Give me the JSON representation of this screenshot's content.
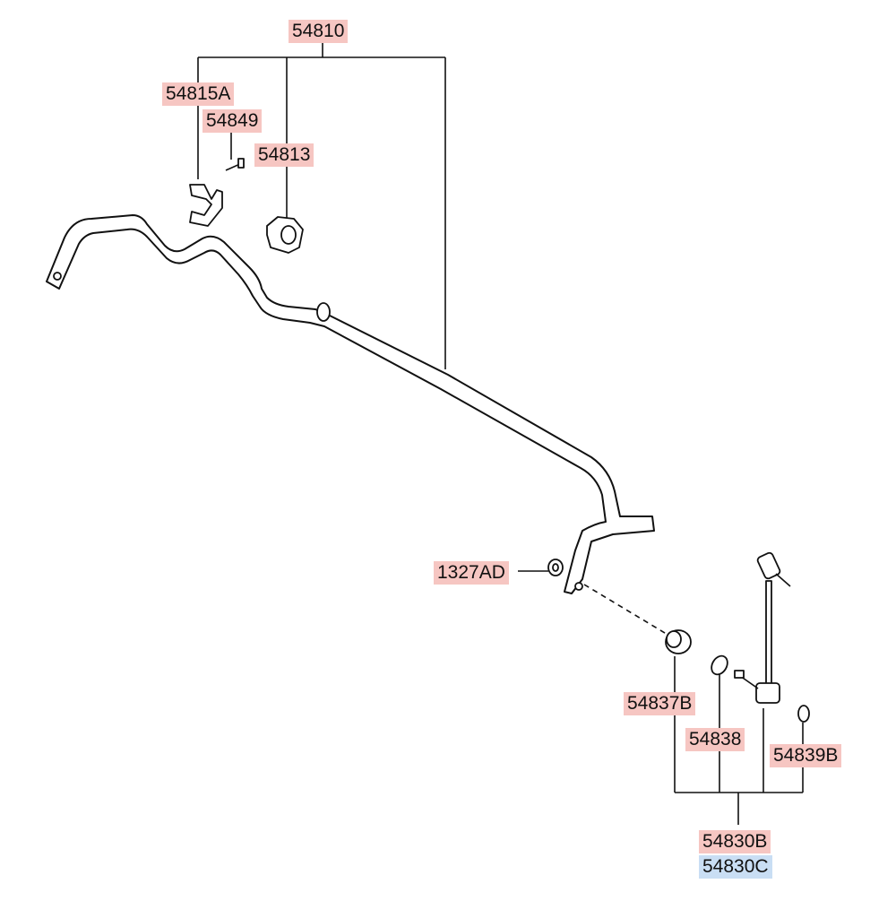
{
  "diagram": {
    "labels": {
      "assembly": "54810",
      "bracket": "54815A",
      "bolt": "54849",
      "bushing": "54813",
      "nut": "1327AD",
      "link_bushing": "54837B",
      "washer": "54838",
      "ring": "54839B",
      "link_assembly_b": "54830B",
      "link_assembly_c": "54830C"
    },
    "highlight_colors": {
      "primary": "#f6c6c2",
      "secondary": "#c9def4"
    }
  }
}
